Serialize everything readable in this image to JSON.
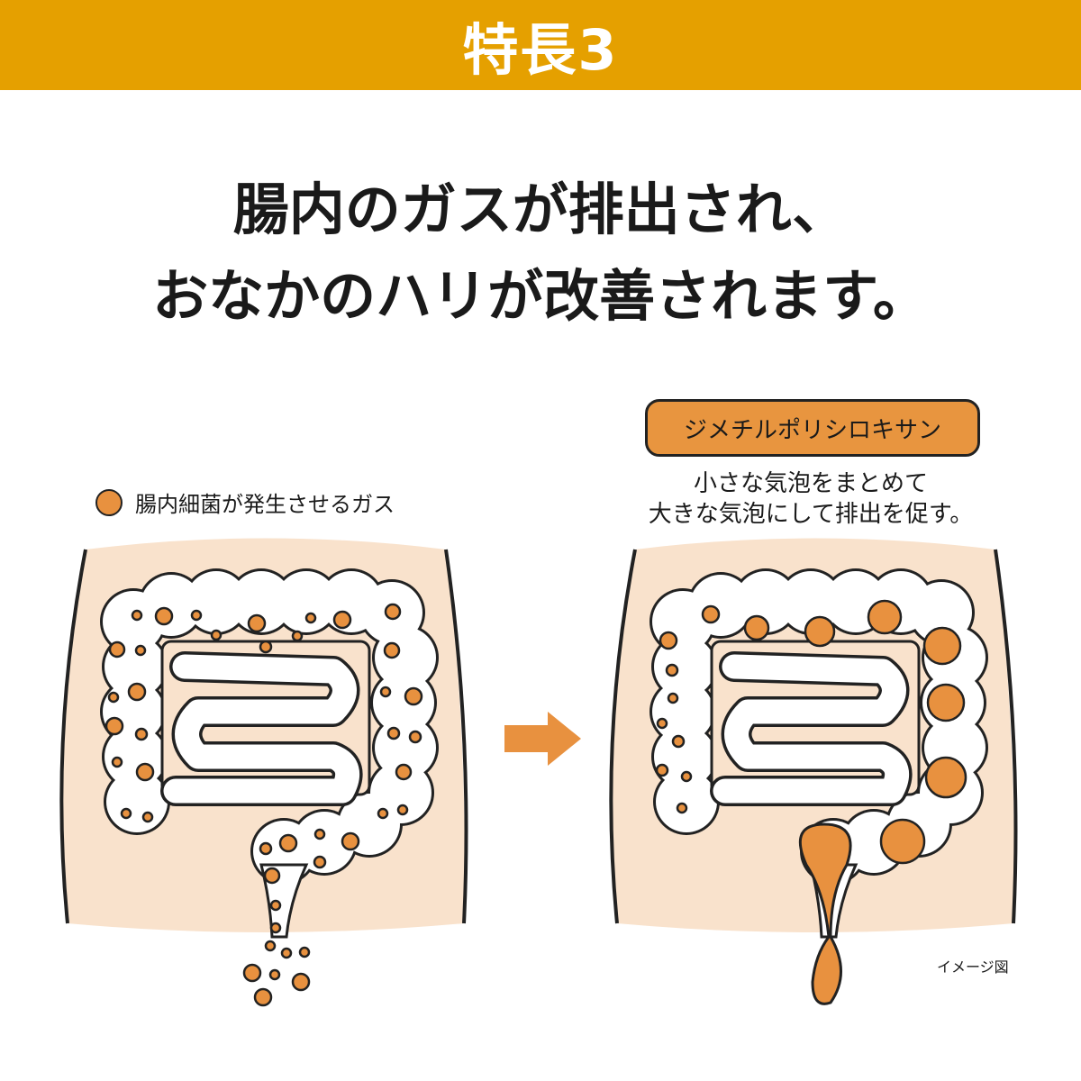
{
  "header": {
    "title": "特長3"
  },
  "headline": {
    "line1": "腸内のガスが排出され、",
    "line2": "おなかのハリが改善されます。"
  },
  "legend": {
    "label": "腸内細菌が発生させるガス"
  },
  "ingredient": {
    "name": "ジメチルポリシロキサン",
    "desc_line1": "小さな気泡をまとめて",
    "desc_line2": "大きな気泡にして排出を促す。"
  },
  "note": "イメージ図",
  "colors": {
    "header": "#E5A000",
    "gas": "#E8913F",
    "skin": "#F9E2CC",
    "arrow": "#E8913F"
  }
}
